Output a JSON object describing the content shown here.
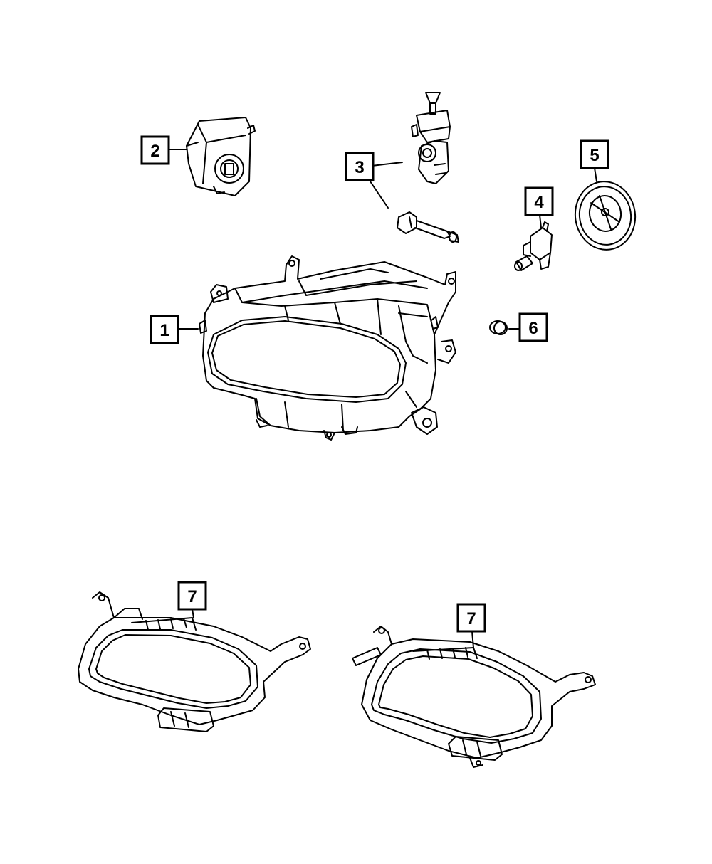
{
  "callouts": {
    "c1": "1",
    "c2": "2",
    "c3": "3",
    "c4": "4",
    "c5": "5",
    "c6": "6",
    "c7a": "7",
    "c7b": "7"
  },
  "parts": {
    "headlamp_assembly": "headlamp-assembly",
    "ballast_module": "ballast-module",
    "leveling_actuator": "leveling-actuator",
    "bulb": "bulb",
    "dust_cap": "dust-cap",
    "grommet": "grommet",
    "bezel": "headlamp-bezel"
  },
  "colors": {
    "line": "#000000",
    "background": "#ffffff"
  }
}
